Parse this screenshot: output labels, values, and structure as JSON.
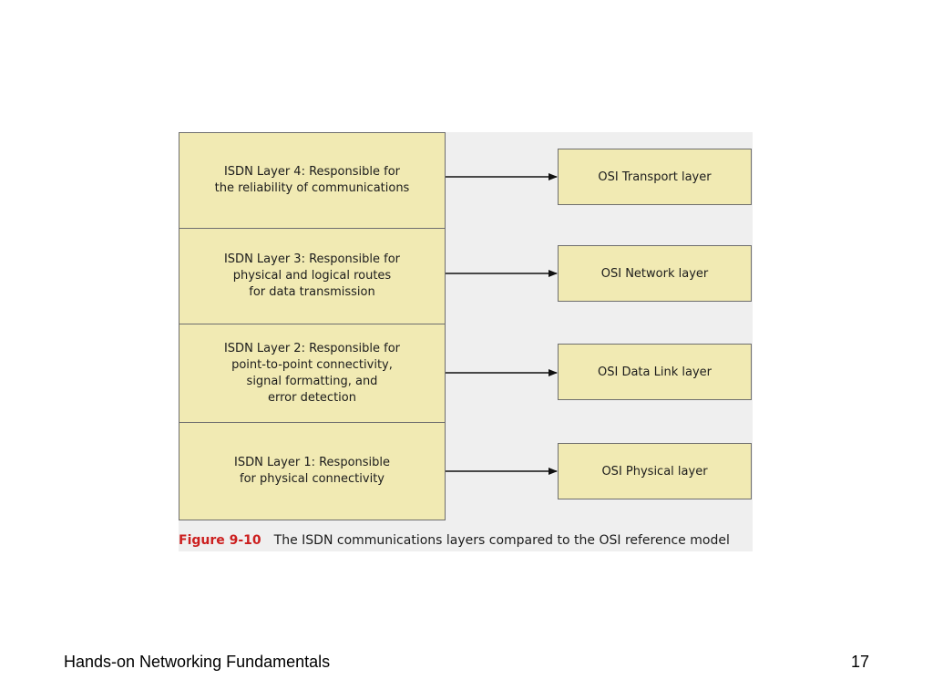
{
  "figure": {
    "isdn_layers": [
      {
        "text": "ISDN Layer 4: Responsible for\nthe reliability of communications"
      },
      {
        "text": "ISDN Layer 3: Responsible for\nphysical and logical routes\nfor data transmission"
      },
      {
        "text": "ISDN Layer 2: Responsible for\npoint-to-point connectivity,\nsignal formatting, and\nerror detection"
      },
      {
        "text": "ISDN Layer 1: Responsible\nfor physical connectivity"
      }
    ],
    "osi_layers": [
      {
        "text": "OSI Transport layer"
      },
      {
        "text": "OSI Network layer"
      },
      {
        "text": "OSI Data Link layer"
      },
      {
        "text": "OSI Physical layer"
      }
    ],
    "caption_label": "Figure 9-10",
    "caption_text": "The ISDN communications layers compared to the OSI reference model",
    "colors": {
      "box_fill": "#f1eab3",
      "box_border": "#6e6e6e",
      "figure_background": "#efefef",
      "caption_label": "#cc1f1f"
    }
  },
  "footer": {
    "title": "Hands-on Networking Fundamentals",
    "page_number": "17"
  }
}
